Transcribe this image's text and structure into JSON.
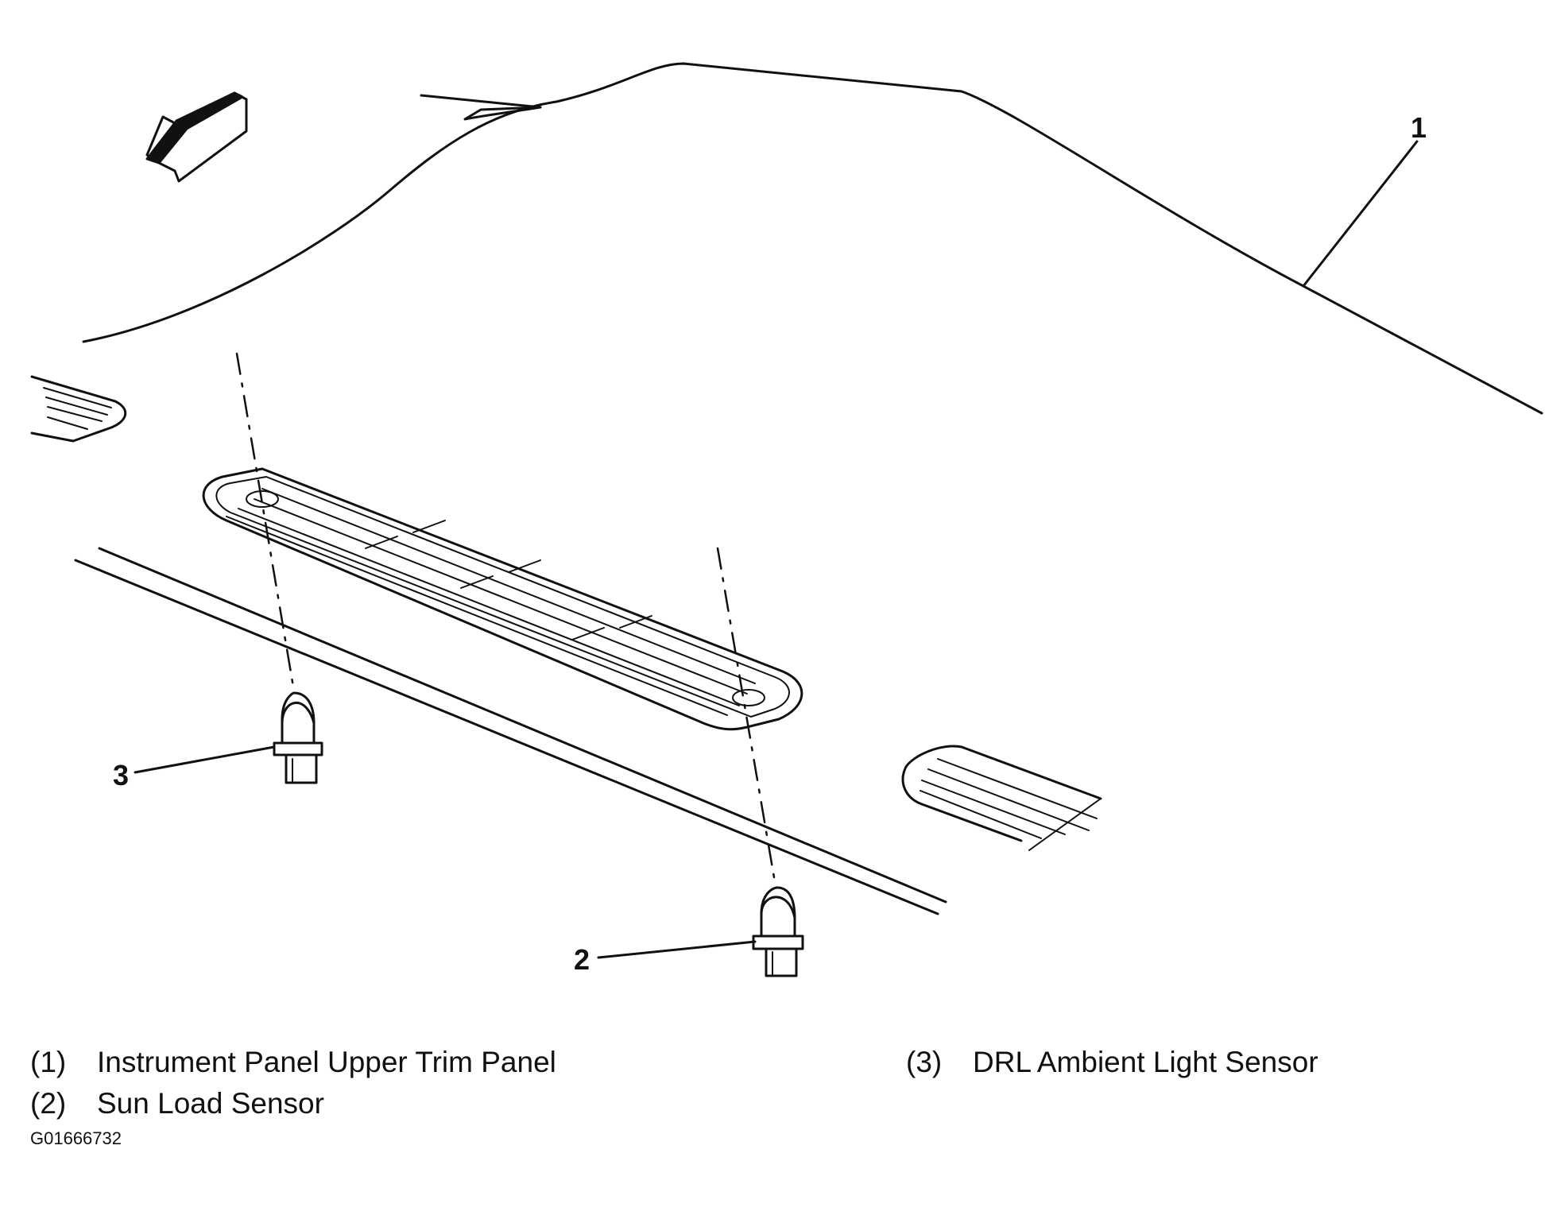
{
  "callouts": [
    "1",
    "2",
    "3"
  ],
  "legend": [
    {
      "number": "(1)",
      "label": "Instrument Panel Upper Trim Panel"
    },
    {
      "number": "(2)",
      "label": "Sun Load Sensor"
    },
    {
      "number": "(3)",
      "label": "DRL Ambient Light Sensor"
    }
  ],
  "figure_id": "G01666732",
  "icons": [
    "front-direction-arrow-icon",
    "sun-load-sensor-icon",
    "drl-ambient-light-sensor-icon"
  ]
}
